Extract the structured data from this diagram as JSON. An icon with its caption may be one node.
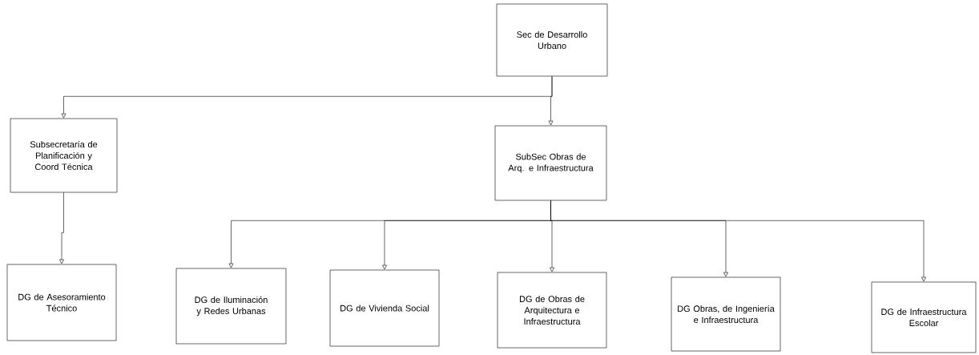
{
  "diagram": {
    "nodes": [
      {
        "text": [
          "Sec de Desarrollo Urbano"
        ]
      },
      {
        "text": [
          "Subsecretaría de Planificación y Coord Técnica"
        ]
      },
      {
        "text": [
          "SubSec Obras de Arq. e Infraestructura"
        ]
      },
      {
        "text": [
          "DG de Asesoramiento Técnico"
        ]
      },
      {
        "text": [
          "DG de Iluminación y Redes Urbanas"
        ]
      },
      {
        "text": [
          "DG de Vivienda Social"
        ]
      },
      {
        "text": [
          "DG de Obras de Arquitectura e Infraestructura"
        ]
      },
      {
        "text": [
          "DG Obras, de Ingeniería e Infraestructura"
        ]
      },
      {
        "text": [
          "DG de Infraestructura Escolar"
        ]
      }
    ],
    "edges": [
      {
        "from": 0,
        "to": 1,
        "arrow": "to"
      },
      {
        "from": 0,
        "to": 2,
        "arrow": "to"
      },
      {
        "from": 1,
        "to": 3,
        "arrow": "to"
      },
      {
        "from": 2,
        "to": 4,
        "arrow": "to"
      },
      {
        "from": 2,
        "to": 5,
        "arrow": "to"
      },
      {
        "from": 2,
        "to": 6,
        "arrow": "to"
      },
      {
        "from": 2,
        "to": 7,
        "arrow": "to"
      },
      {
        "from": 2,
        "to": 8,
        "arrow": "to"
      }
    ]
  }
}
